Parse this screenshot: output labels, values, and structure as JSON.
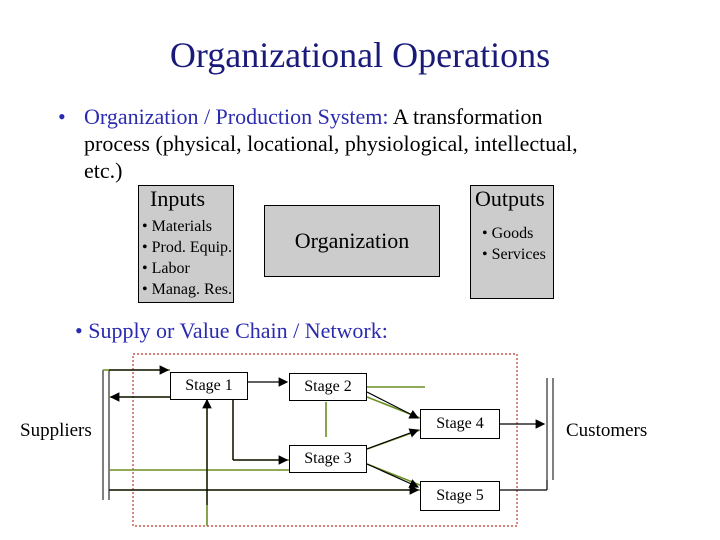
{
  "title": "Organizational Operations",
  "bullet_1": {
    "marker": "•",
    "label": "Organization / Production System:",
    "text_line1": "A transformation",
    "text_line2": "process (physical, locational, physiological, intellectual,",
    "text_line3": "etc.)"
  },
  "transformation": {
    "inputs_header": "Inputs",
    "inputs": [
      "• Materials",
      "• Prod. Equip.",
      "• Labor",
      "• Manag. Res."
    ],
    "organization": "Organization",
    "outputs_header": "Outputs",
    "outputs": [
      "• Goods",
      "• Services"
    ]
  },
  "bullet_2": {
    "text": "• Supply or Value Chain / Network:"
  },
  "supply_chain": {
    "suppliers": "Suppliers",
    "customers": "Customers",
    "stages": [
      "Stage 1",
      "Stage 2",
      "Stage 3",
      "Stage 4",
      "Stage 5"
    ]
  },
  "colors": {
    "title": "#1a1a7a",
    "accent_blue": "#2b2bb0",
    "box_gray": "#cccccc",
    "flow_green": "#6b8e23",
    "boundary_red": "#c0392b"
  }
}
